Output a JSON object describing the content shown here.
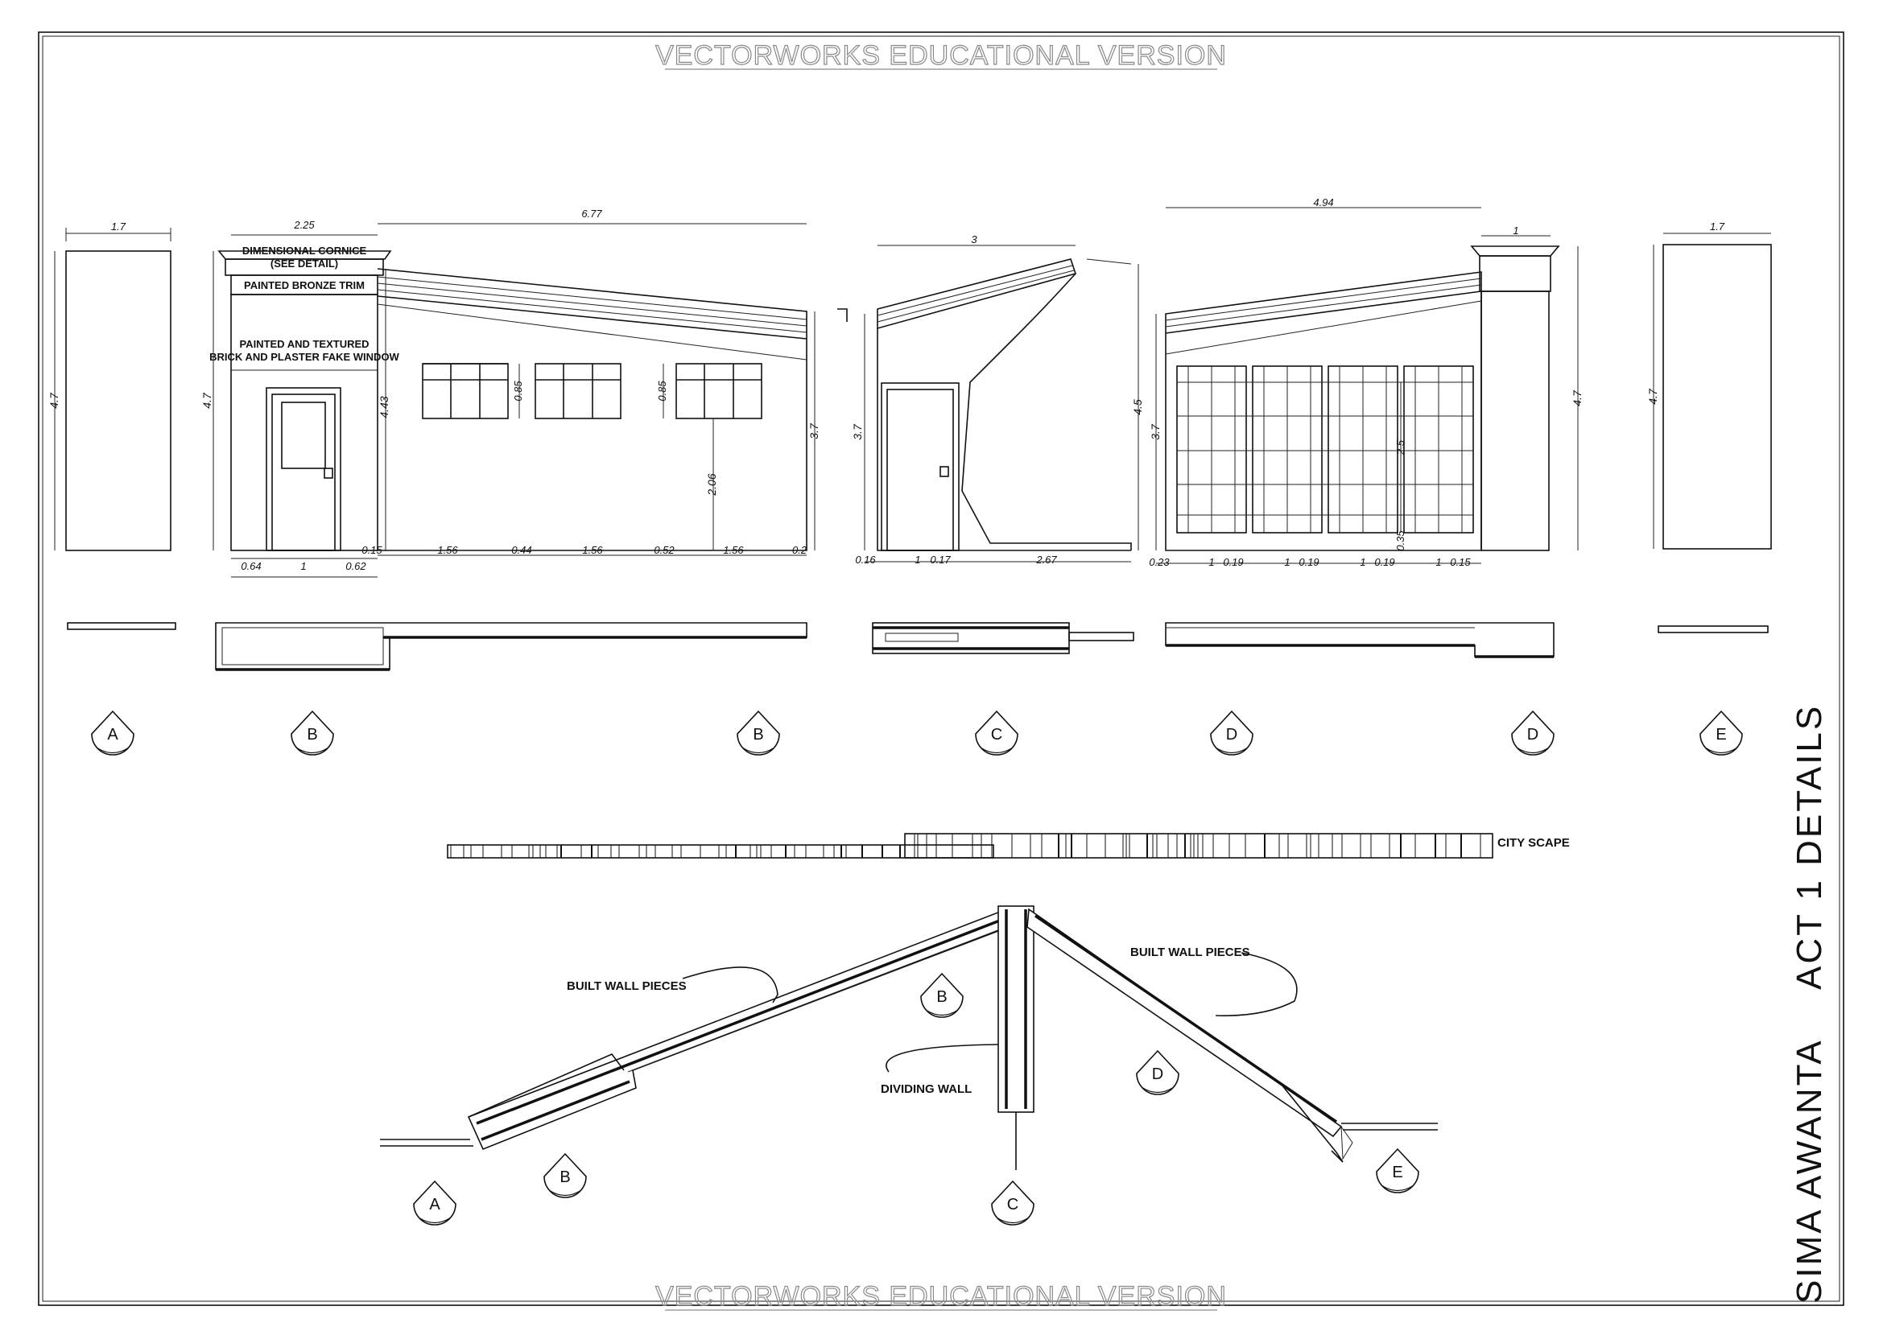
{
  "watermark": "VECTORWORKS EDUCATIONAL VERSION",
  "side_title": {
    "project": "ACT 1 DETAILS",
    "designer": "SIMA AWANTA"
  },
  "notes": {
    "cornice": "DIMENSIONAL CORNICE",
    "cornice_see": "(SEE DETAIL)",
    "bronze": "PAINTED BRONZE TRIM",
    "textured": "PAINTED AND TEXTURED",
    "brick": "BRICK AND PLASTER FAKE WINDOW",
    "city": "CITY SCAPE",
    "built1": "BUILT WALL PIECES",
    "built2": "BUILT WALL PIECES",
    "dividing": "DIVIDING WALL"
  },
  "dims": {
    "a_w": "1.7",
    "a_h": "4.7",
    "b_w": "2.25",
    "b_h": "4.7",
    "b_run": "6.77",
    "b_win": "4.43",
    "b_left": "0.64",
    "b_mid": "1",
    "b_right": "0.62",
    "b_w1": "0.85",
    "b_w2": "0.85",
    "b_sill": "2.06",
    "b_rh": "3.7",
    "b_s0": "0.15",
    "b_s1": "1.56",
    "b_s2": "0.44",
    "b_s3": "1.56",
    "b_s4": "0.52",
    "b_s5": "1.56",
    "b_s6": "0.2",
    "c_w": "3",
    "c_h": "3.7",
    "c_rh": "4.5",
    "c_s0": "0.16",
    "c_s1": "1",
    "c_s2": "0.17",
    "c_s3": "2.67",
    "d_w": "4.94",
    "d_top": "1",
    "d_lh": "3.7",
    "d_h": "4.7",
    "d_dh": "2.5",
    "d_sill": "0.35",
    "d_s0": "0.23",
    "d_s1": "1",
    "d_s2": "0.19",
    "d_s3": "1",
    "d_s4": "0.19",
    "d_s5": "1",
    "d_s6": "0.19",
    "d_s7": "1",
    "d_s8": "0.15",
    "e_w": "1.7",
    "e_h": "4.7"
  },
  "markers": {
    "top": [
      "A",
      "B",
      "B",
      "C",
      "D",
      "D",
      "E"
    ],
    "plan": [
      "A",
      "B",
      "B",
      "C",
      "D",
      "E"
    ]
  }
}
